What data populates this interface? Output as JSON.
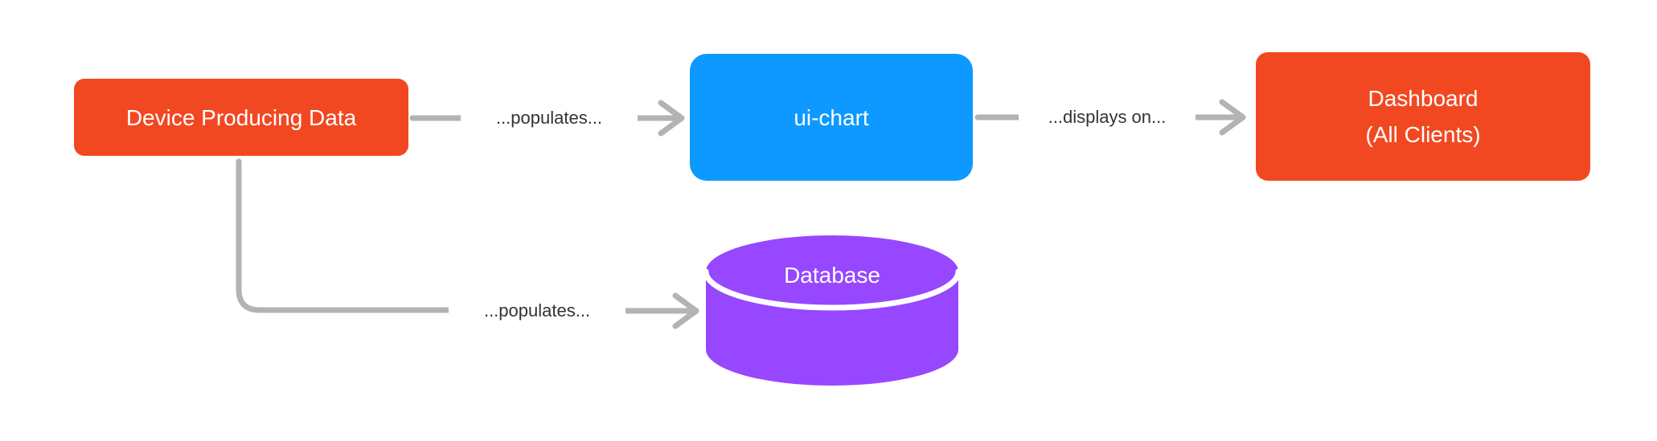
{
  "canvas": {
    "background_color": "#ffffff",
    "connector_color": "#b3b3b3",
    "edge_label_color": "#333333"
  },
  "nodes": [
    {
      "id": "device",
      "label": "Device Producing Data",
      "shape": "rounded-rect",
      "color": "#f24822",
      "text_color": "#ffffff"
    },
    {
      "id": "ui-chart",
      "label": "ui-chart",
      "shape": "rounded-rect",
      "color": "#0d99ff",
      "text_color": "#ffffff"
    },
    {
      "id": "dashboard",
      "lines": [
        "Dashboard",
        "(All Clients)"
      ],
      "shape": "rounded-rect",
      "color": "#f24822",
      "text_color": "#ffffff"
    },
    {
      "id": "database",
      "label": "Database",
      "shape": "cylinder",
      "color": "#9747ff",
      "text_color": "#ffffff"
    }
  ],
  "edges": [
    {
      "from": "device",
      "to": "ui-chart",
      "label": "...populates..."
    },
    {
      "from": "ui-chart",
      "to": "dashboard",
      "label": "...displays on..."
    },
    {
      "from": "device",
      "to": "database",
      "label": "...populates..."
    }
  ]
}
